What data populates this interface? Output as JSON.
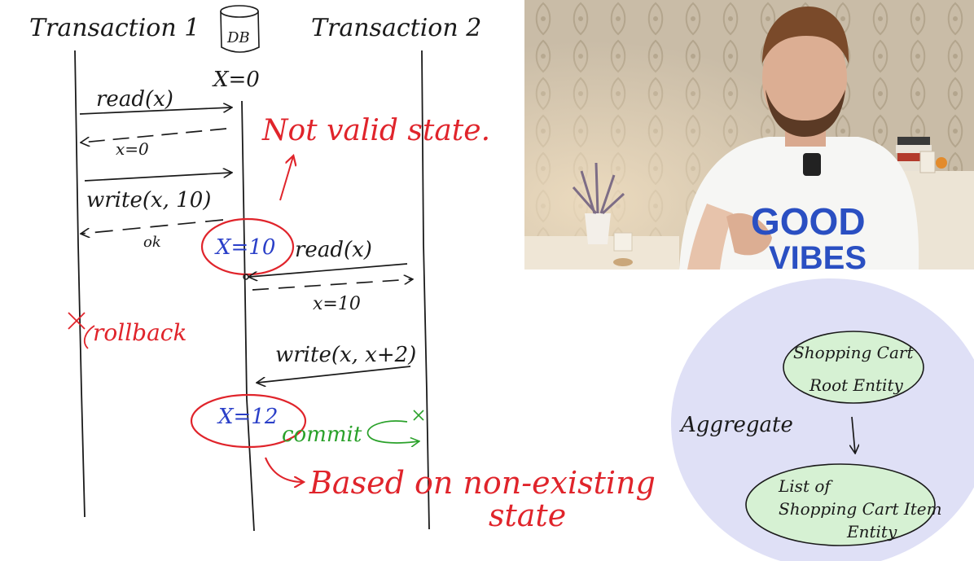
{
  "diagram": {
    "transaction1_title": "Transaction 1",
    "transaction2_title": "Transaction 2",
    "db_label": "DB",
    "initial_state": "X=0",
    "t1_read": "read(x)",
    "t1_read_response": "x=0",
    "t1_write": "write(x, 10)",
    "t1_write_response": "ok",
    "db_state_after_write": "X=10",
    "not_valid_state": "Not valid state.",
    "t2_read": "read(x)",
    "t2_read_response": "x=10",
    "rollback": "rollback",
    "t2_write": "write(x, x+2)",
    "db_state_after_t2": "X=12",
    "commit": "commit",
    "based_on_line1": "Based on non-existing",
    "based_on_line2": "state",
    "aggregate_label": "Aggregate",
    "root_entity_line1": "Shopping Cart",
    "root_entity_line2": "Root Entity",
    "item_entity_line1": "List of",
    "item_entity_line2": "Shopping Cart Item",
    "item_entity_line3": "Entity"
  },
  "video": {
    "shirt_text_line1": "GOOD",
    "shirt_text_line2": "VIBES"
  },
  "colors": {
    "ink": "#1a1a1a",
    "red": "#e0242b",
    "blue": "#2a3fc8",
    "green": "#2aa12a",
    "aggregate_bg": "#dfe0f6",
    "entity_fill": "#d6f1d3"
  }
}
